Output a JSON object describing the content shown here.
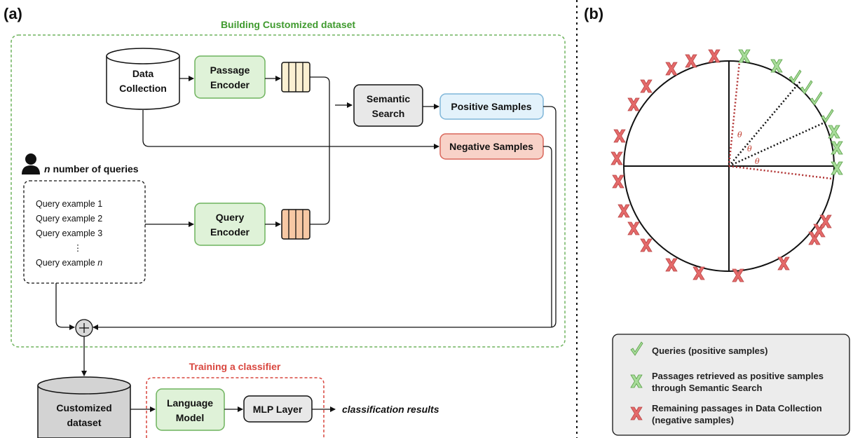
{
  "panel_a": {
    "label": "(a)",
    "building_title": "Building Customized dataset",
    "data_collection": [
      "Data",
      "Collection"
    ],
    "passage_encoder": [
      "Passage",
      "Encoder"
    ],
    "semantic_search": [
      "Semantic",
      "Search"
    ],
    "positive_samples": "Positive Samples",
    "negative_samples": "Negative Samples",
    "queries_heading_n": "n",
    "queries_heading_rest": " number of queries",
    "queries": [
      "Query example 1",
      "Query example 2",
      "Query example 3"
    ],
    "query_ellipsis": "⋮",
    "query_last_prefix": "Query example ",
    "query_last_n": "n",
    "query_encoder": [
      "Query",
      "Encoder"
    ],
    "combine_symbol": "+",
    "customized_dataset": [
      "Customized",
      "dataset"
    ],
    "training_title": "Training a classifier",
    "language_model": [
      "Language",
      "Model"
    ],
    "mlp_layer": "MLP Layer",
    "classification_results": "classification results"
  },
  "panel_b": {
    "label": "(b)",
    "theta": "θ",
    "legend": [
      {
        "icon": "check-mark-icon",
        "color": "#7cc26c",
        "lines": [
          "Queries (positive samples)"
        ]
      },
      {
        "icon": "green-x-icon",
        "color": "#7cc26c",
        "lines": [
          "Passages retrieved as positive samples",
          "through Semantic Search"
        ]
      },
      {
        "icon": "red-x-icon",
        "color": "#e56a6a",
        "lines": [
          "Remaining passages in Data Collection",
          "(negative samples)"
        ]
      }
    ]
  },
  "colors": {
    "green_fill": "#dff2d8",
    "green_stroke": "#6fb35e",
    "blue_fill": "#e3f2fb",
    "blue_stroke": "#7fb6d9",
    "red_fill": "#f8d2c8",
    "red_stroke": "#d9665a",
    "gray_fill": "#e8e8e8",
    "dataset_fill": "#d3d3d3",
    "passage_vec": "#fbf0d2",
    "query_vec": "#f7c8a4",
    "legend_bg": "#ececec",
    "x_red": "#e56a6a",
    "x_green": "#7cc26c",
    "theta_line": "#b03030"
  }
}
